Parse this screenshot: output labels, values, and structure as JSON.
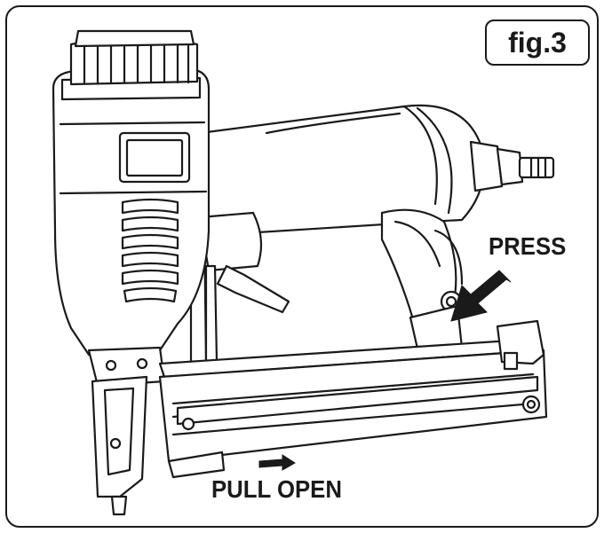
{
  "figure": {
    "label": "fig.3"
  },
  "annotations": {
    "press": "PRESS",
    "pull_open": "PULL OPEN"
  },
  "colors": {
    "line": "#1a1a1a",
    "fill_light": "#ffffff",
    "fill_dark": "#1a1a1a"
  },
  "icons": [
    "press-arrow-icon",
    "pull-arrow-icon"
  ]
}
